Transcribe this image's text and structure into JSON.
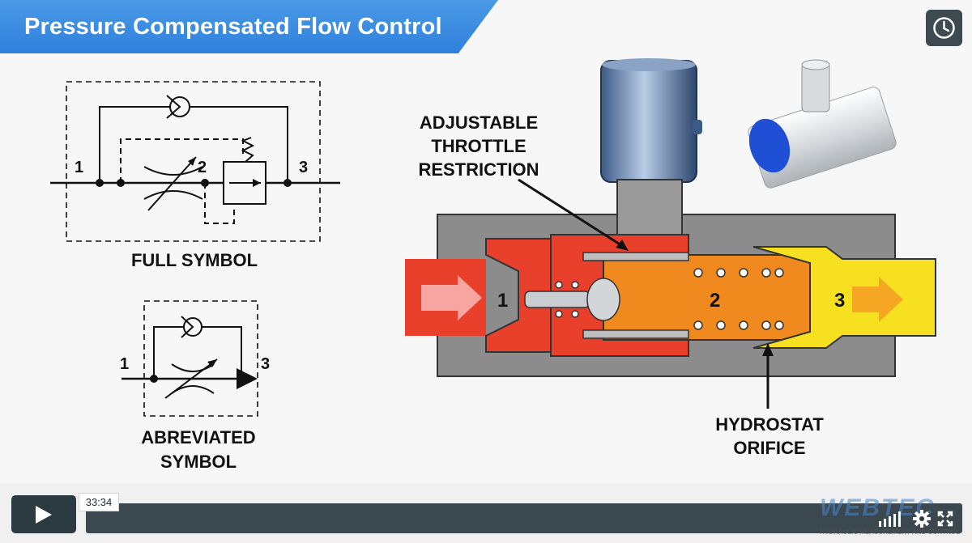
{
  "slide": {
    "title": "Pressure Compensated Flow Control",
    "full_symbol": {
      "caption": "FULL SYMBOL",
      "port1": "1",
      "port2": "2",
      "port3": "3"
    },
    "abbreviated_symbol": {
      "caption_line1": "ABREVIATED",
      "caption_line2": "SYMBOL",
      "port1": "1",
      "port3": "3"
    },
    "cutaway": {
      "callout_top_line1": "ADJUSTABLE",
      "callout_top_line2": "THROTTLE",
      "callout_top_line3": "RESTRICTION",
      "callout_bottom_line1": "HYDROSTAT",
      "callout_bottom_line2": "ORIFICE",
      "zone1": "1",
      "zone2": "2",
      "zone3": "3",
      "colors": {
        "inlet": "#e8402b",
        "middle": "#f08a1e",
        "outlet": "#f6e020",
        "body": "#8a8a8a"
      }
    },
    "logo": {
      "name": "WEBTEC",
      "tagline": "HYDRAULIC MEASUREMENT AND CONTROL"
    }
  },
  "player": {
    "time_tooltip": "33:34",
    "play_icon": "play-icon",
    "watch_later_icon": "clock-icon",
    "volume_icon": "volume-bars-icon",
    "settings_icon": "gear-icon",
    "fullscreen_icon": "fullscreen-icon",
    "accent": "#2c3a42"
  }
}
